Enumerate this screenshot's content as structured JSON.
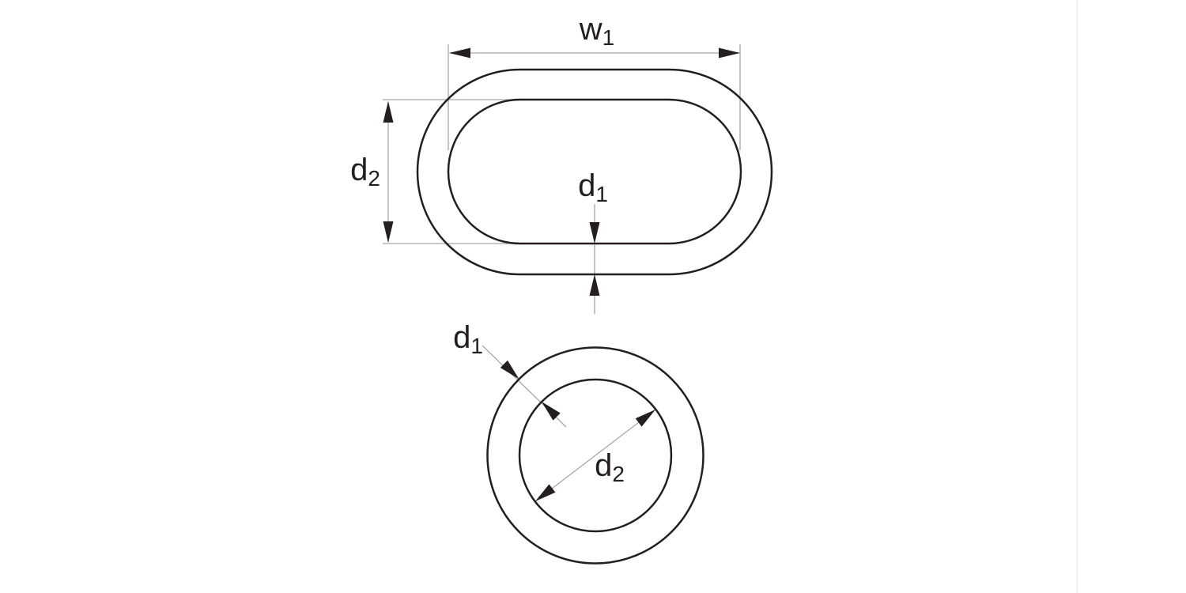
{
  "drawing": {
    "colors": {
      "outline": "#231f20",
      "dimension": "#a7a7aa",
      "divider": "#ededee",
      "background": "#ffffff"
    },
    "oval_link_view": {
      "width_label": {
        "base": "w",
        "sub": "1"
      },
      "opening_height_label": {
        "base": "d",
        "sub": "2"
      },
      "material_diameter_label": {
        "base": "d",
        "sub": "1"
      }
    },
    "ring_view": {
      "material_diameter_label": {
        "base": "d",
        "sub": "1"
      },
      "inner_diameter_label": {
        "base": "d",
        "sub": "2"
      }
    }
  }
}
